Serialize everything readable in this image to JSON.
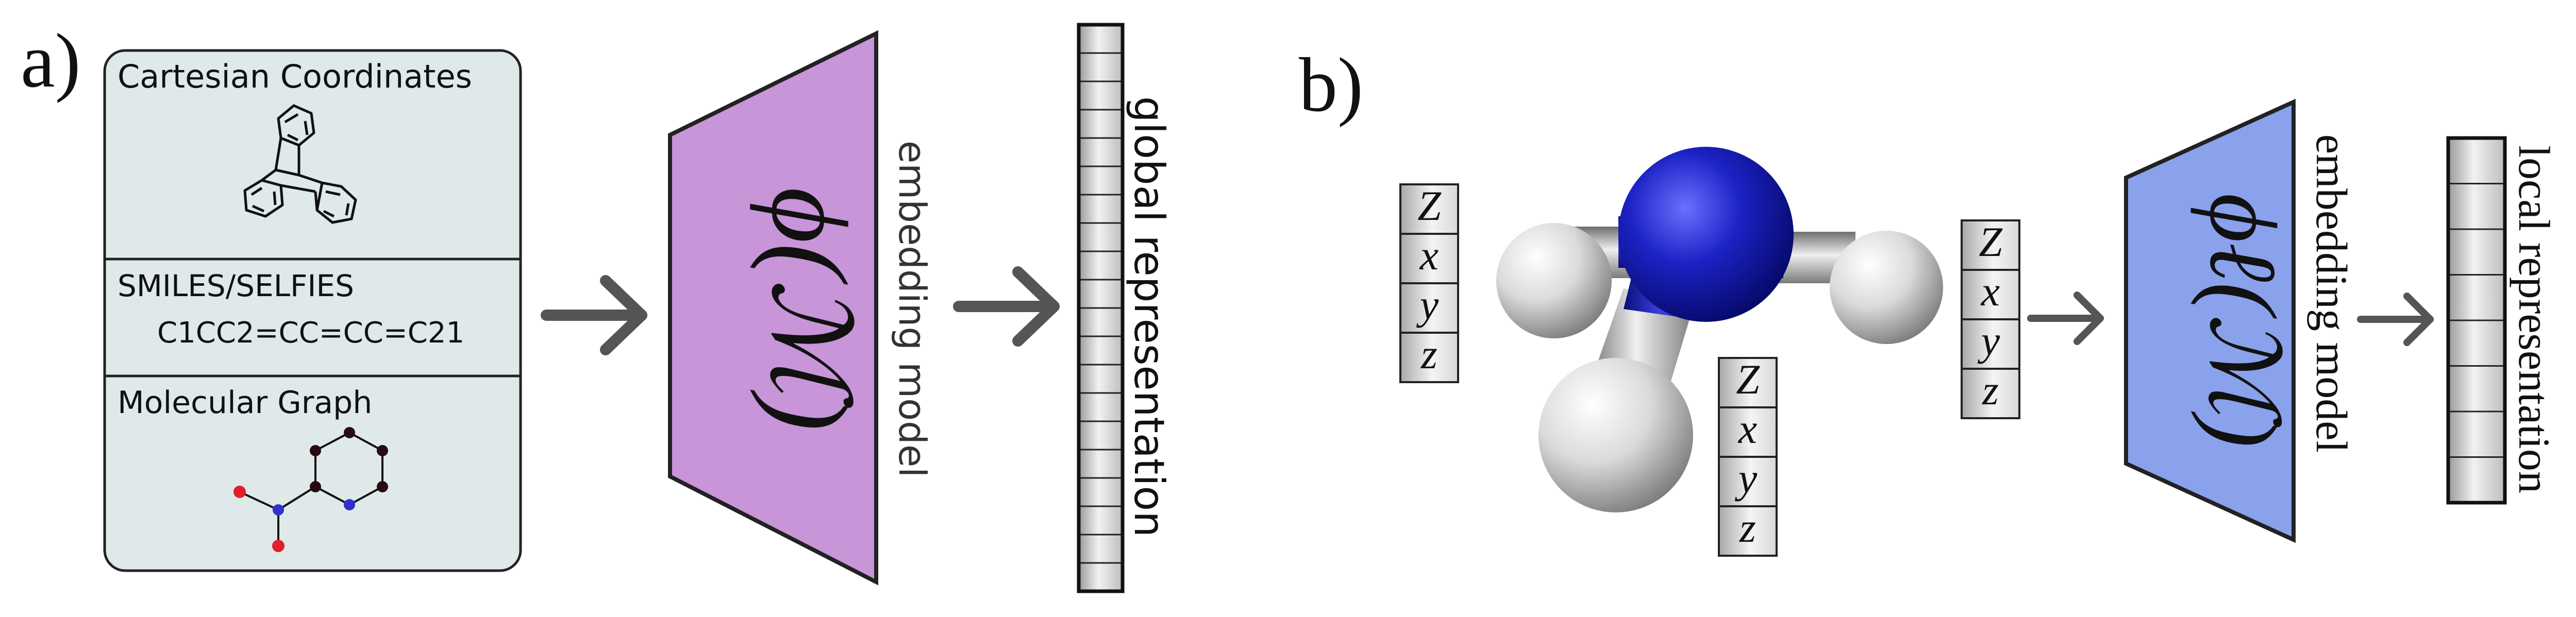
{
  "panel_a": {
    "label": "a)",
    "sections": [
      {
        "title": "Cartesian Coordinates"
      },
      {
        "title": "SMILES/SELFIES",
        "value": "C1CC2=CC=CC=C21"
      },
      {
        "title": "Molecular Graph"
      }
    ],
    "embedding_symbol": "ϕ(ℳ)",
    "embedding_label": "embedding model",
    "output_label": "global representation",
    "output_cells": 20
  },
  "panel_b": {
    "label": "b)",
    "atom_features": [
      "Z",
      "x",
      "y",
      "z"
    ],
    "embedding_symbol": "ϕℓ(ℳ)",
    "embedding_label": "embedding model",
    "output_label": "local representation",
    "output_cells": 8
  },
  "colors": {
    "panel_bg": "#dfe9e9",
    "trapezoid_a": "#c795d8",
    "trapezoid_b": "#8aa2ec",
    "nitrogen": "#1f25b0",
    "hydrogen": "#e6e6e6",
    "graph_red": "#e0202a",
    "graph_blue": "#3030d0",
    "graph_dark": "#2a0a12",
    "arrow": "#555555"
  }
}
